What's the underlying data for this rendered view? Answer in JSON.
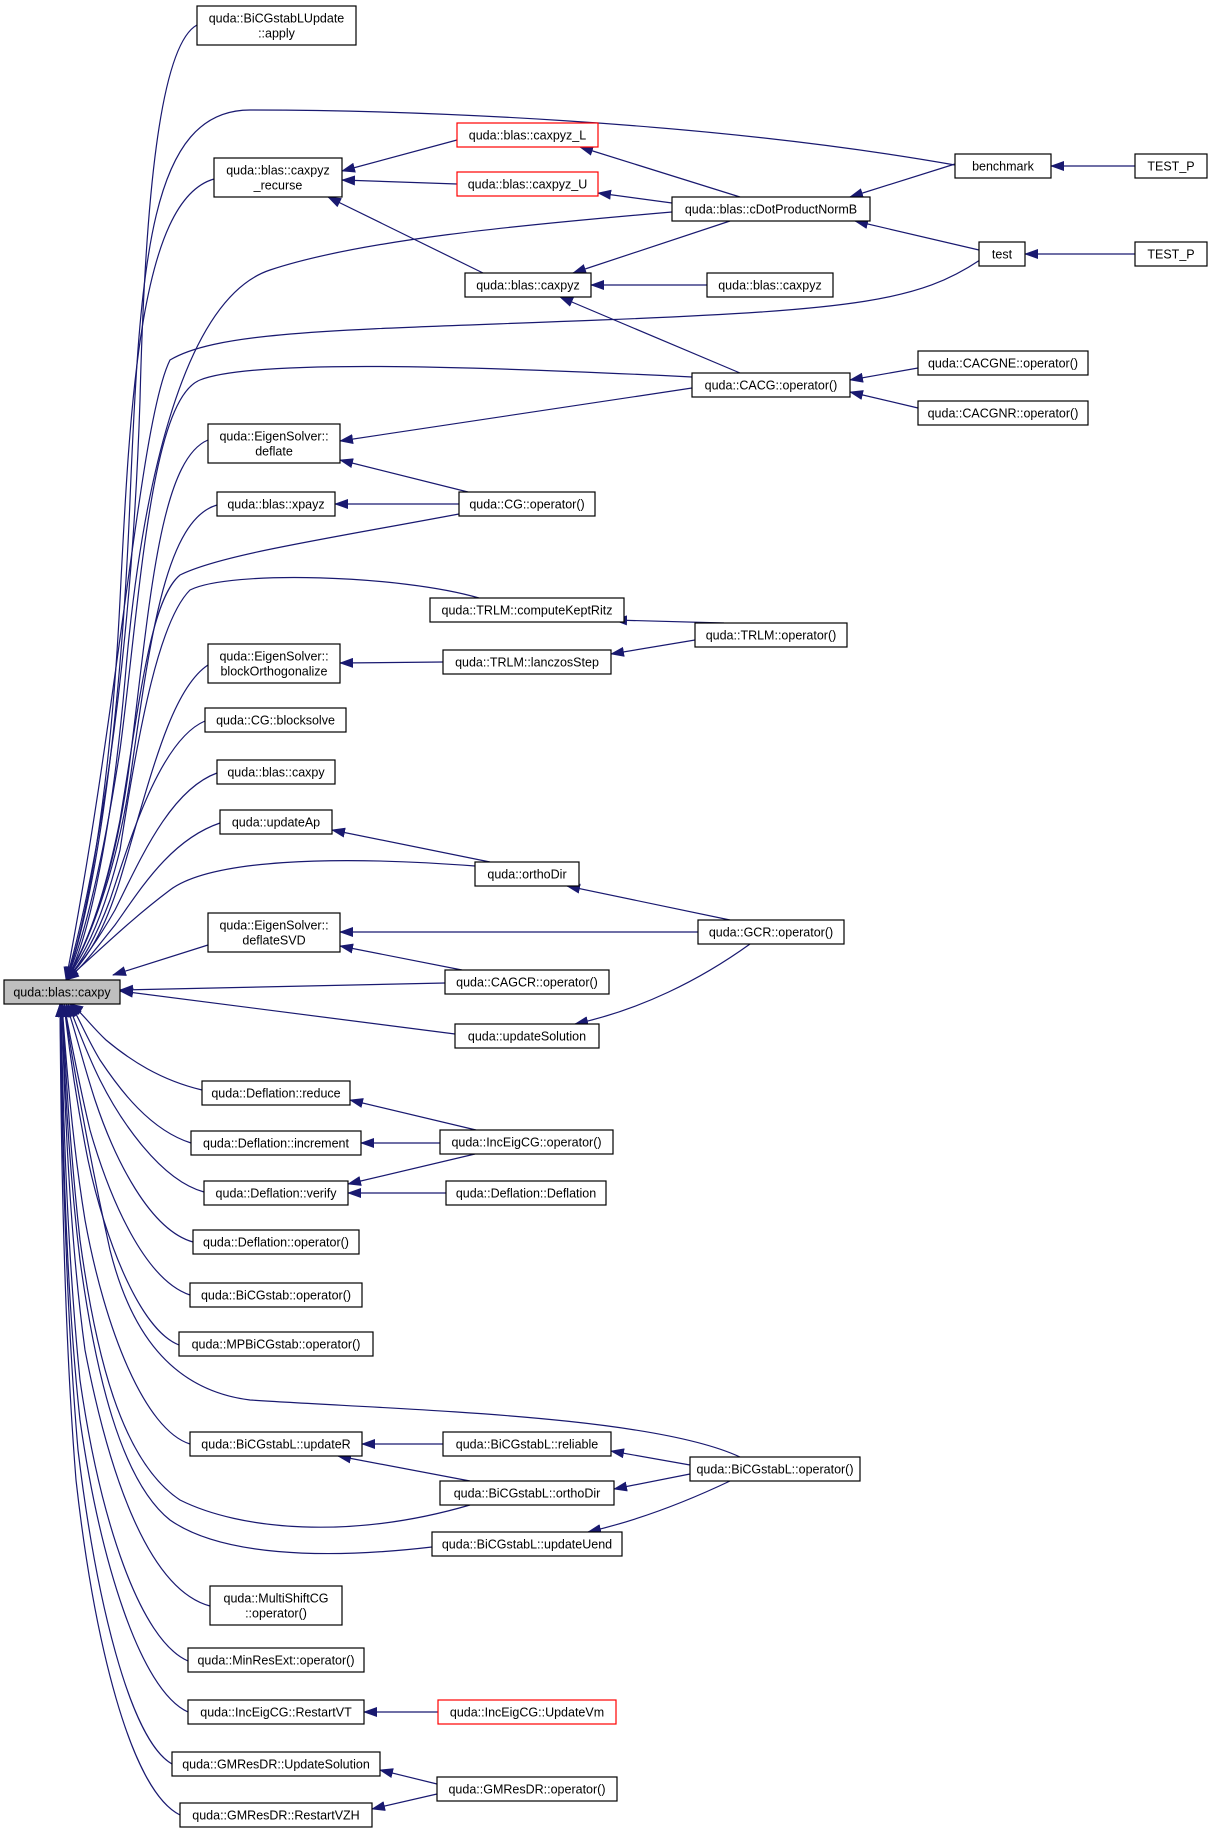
{
  "colors": {
    "edge": "#191970",
    "border_normal": "#000000",
    "border_truncated": "#ff0000",
    "root_fill": "#bfbfbf",
    "fill": "#ffffff"
  },
  "nodes": [
    {
      "id": "root",
      "lines": [
        "quda::blas::caxpy"
      ],
      "style": "root"
    },
    {
      "id": "n1",
      "lines": [
        "quda::BiCGstabLUpdate",
        "::apply"
      ],
      "style": "normal"
    },
    {
      "id": "n2",
      "lines": [
        "quda::blas::caxpyz",
        "_recurse"
      ],
      "style": "normal"
    },
    {
      "id": "n3",
      "lines": [
        "quda::blas::caxpyz_L"
      ],
      "style": "truncated"
    },
    {
      "id": "n4",
      "lines": [
        "quda::blas::caxpyz_U"
      ],
      "style": "truncated"
    },
    {
      "id": "n5",
      "lines": [
        "benchmark"
      ],
      "style": "normal"
    },
    {
      "id": "n6",
      "lines": [
        "TEST_P"
      ],
      "style": "normal"
    },
    {
      "id": "n7",
      "lines": [
        "quda::blas::cDotProductNormB"
      ],
      "style": "normal"
    },
    {
      "id": "n8",
      "lines": [
        "test"
      ],
      "style": "normal"
    },
    {
      "id": "n9",
      "lines": [
        "TEST_P"
      ],
      "style": "normal"
    },
    {
      "id": "n10",
      "lines": [
        "quda::blas::caxpyz"
      ],
      "style": "normal"
    },
    {
      "id": "n11",
      "lines": [
        "quda::blas::caxpyz"
      ],
      "style": "normal"
    },
    {
      "id": "n12",
      "lines": [
        "quda::CACG::operator()"
      ],
      "style": "normal"
    },
    {
      "id": "n13",
      "lines": [
        "quda::CACGNE::operator()"
      ],
      "style": "normal"
    },
    {
      "id": "n14",
      "lines": [
        "quda::CACGNR::operator()"
      ],
      "style": "normal"
    },
    {
      "id": "n15",
      "lines": [
        "quda::EigenSolver::",
        "deflate"
      ],
      "style": "normal"
    },
    {
      "id": "n16",
      "lines": [
        "quda::blas::xpayz"
      ],
      "style": "normal"
    },
    {
      "id": "n17",
      "lines": [
        "quda::CG::operator()"
      ],
      "style": "normal"
    },
    {
      "id": "n18",
      "lines": [
        "quda::TRLM::computeKeptRitz"
      ],
      "style": "normal"
    },
    {
      "id": "n19",
      "lines": [
        "quda::TRLM::operator()"
      ],
      "style": "normal"
    },
    {
      "id": "n20",
      "lines": [
        "quda::EigenSolver::",
        "blockOrthogonalize"
      ],
      "style": "normal"
    },
    {
      "id": "n21",
      "lines": [
        "quda::TRLM::lanczosStep"
      ],
      "style": "normal"
    },
    {
      "id": "n22",
      "lines": [
        "quda::CG::blocksolve"
      ],
      "style": "normal"
    },
    {
      "id": "n23",
      "lines": [
        "quda::blas::caxpy"
      ],
      "style": "normal"
    },
    {
      "id": "n24",
      "lines": [
        "quda::updateAp"
      ],
      "style": "normal"
    },
    {
      "id": "n25",
      "lines": [
        "quda::orthoDir"
      ],
      "style": "normal"
    },
    {
      "id": "n26",
      "lines": [
        "quda::EigenSolver::",
        "deflateSVD"
      ],
      "style": "normal"
    },
    {
      "id": "n27",
      "lines": [
        "quda::GCR::operator()"
      ],
      "style": "normal"
    },
    {
      "id": "n28",
      "lines": [
        "quda::CAGCR::operator()"
      ],
      "style": "normal"
    },
    {
      "id": "n29",
      "lines": [
        "quda::updateSolution"
      ],
      "style": "normal"
    },
    {
      "id": "n30",
      "lines": [
        "quda::Deflation::reduce"
      ],
      "style": "normal"
    },
    {
      "id": "n31",
      "lines": [
        "quda::Deflation::increment"
      ],
      "style": "normal"
    },
    {
      "id": "n32",
      "lines": [
        "quda::IncEigCG::operator()"
      ],
      "style": "normal"
    },
    {
      "id": "n33",
      "lines": [
        "quda::Deflation::verify"
      ],
      "style": "normal"
    },
    {
      "id": "n34",
      "lines": [
        "quda::Deflation::Deflation"
      ],
      "style": "normal"
    },
    {
      "id": "n35",
      "lines": [
        "quda::Deflation::operator()"
      ],
      "style": "normal"
    },
    {
      "id": "n36",
      "lines": [
        "quda::BiCGstab::operator()"
      ],
      "style": "normal"
    },
    {
      "id": "n37",
      "lines": [
        "quda::MPBiCGstab::operator()"
      ],
      "style": "normal"
    },
    {
      "id": "n38",
      "lines": [
        "quda::BiCGstabL::updateR"
      ],
      "style": "normal"
    },
    {
      "id": "n39",
      "lines": [
        "quda::BiCGstabL::reliable"
      ],
      "style": "normal"
    },
    {
      "id": "n40",
      "lines": [
        "quda::BiCGstabL::operator()"
      ],
      "style": "normal"
    },
    {
      "id": "n41",
      "lines": [
        "quda::BiCGstabL::orthoDir"
      ],
      "style": "normal"
    },
    {
      "id": "n42",
      "lines": [
        "quda::BiCGstabL::updateUend"
      ],
      "style": "normal"
    },
    {
      "id": "n43",
      "lines": [
        "quda::MultiShiftCG",
        "::operator()"
      ],
      "style": "normal"
    },
    {
      "id": "n44",
      "lines": [
        "quda::MinResExt::operator()"
      ],
      "style": "normal"
    },
    {
      "id": "n45",
      "lines": [
        "quda::IncEigCG::RestartVT"
      ],
      "style": "normal"
    },
    {
      "id": "n46",
      "lines": [
        "quda::IncEigCG::UpdateVm"
      ],
      "style": "truncated"
    },
    {
      "id": "n47",
      "lines": [
        "quda::GMResDR::UpdateSolution"
      ],
      "style": "normal"
    },
    {
      "id": "n48",
      "lines": [
        "quda::GMResDR::operator()"
      ],
      "style": "normal"
    },
    {
      "id": "n49",
      "lines": [
        "quda::GMResDR::RestartVZH"
      ],
      "style": "normal"
    }
  ],
  "edges": [
    [
      "n1",
      "root"
    ],
    [
      "n2",
      "root"
    ],
    [
      "n5",
      "root"
    ],
    [
      "n7",
      "root"
    ],
    [
      "n8",
      "root"
    ],
    [
      "n12",
      "root"
    ],
    [
      "n15",
      "root"
    ],
    [
      "n16",
      "root"
    ],
    [
      "n17",
      "root"
    ],
    [
      "n18",
      "root"
    ],
    [
      "n20",
      "root"
    ],
    [
      "n22",
      "root"
    ],
    [
      "n23",
      "root"
    ],
    [
      "n24",
      "root"
    ],
    [
      "n25",
      "root"
    ],
    [
      "n26",
      "root"
    ],
    [
      "n28",
      "root"
    ],
    [
      "n29",
      "root"
    ],
    [
      "n30",
      "root"
    ],
    [
      "n31",
      "root"
    ],
    [
      "n33",
      "root"
    ],
    [
      "n35",
      "root"
    ],
    [
      "n36",
      "root"
    ],
    [
      "n37",
      "root"
    ],
    [
      "n40",
      "root"
    ],
    [
      "n38",
      "root"
    ],
    [
      "n41",
      "root"
    ],
    [
      "n42",
      "root"
    ],
    [
      "n43",
      "root"
    ],
    [
      "n44",
      "root"
    ],
    [
      "n45",
      "root"
    ],
    [
      "n47",
      "root"
    ],
    [
      "n49",
      "root"
    ],
    [
      "n3",
      "n2"
    ],
    [
      "n4",
      "n2"
    ],
    [
      "n10",
      "n2"
    ],
    [
      "n7",
      "n3"
    ],
    [
      "n7",
      "n4"
    ],
    [
      "n5",
      "n7"
    ],
    [
      "n8",
      "n7"
    ],
    [
      "n6",
      "n5"
    ],
    [
      "n9",
      "n8"
    ],
    [
      "n7",
      "n10"
    ],
    [
      "n11",
      "n10"
    ],
    [
      "n12",
      "n10"
    ],
    [
      "n13",
      "n12"
    ],
    [
      "n14",
      "n12"
    ],
    [
      "n12",
      "n15"
    ],
    [
      "n17",
      "n15"
    ],
    [
      "n17",
      "n16"
    ],
    [
      "n19",
      "n18"
    ],
    [
      "n19",
      "n21"
    ],
    [
      "n21",
      "n20"
    ],
    [
      "n25",
      "n24"
    ],
    [
      "n27",
      "n25"
    ],
    [
      "n27",
      "n26"
    ],
    [
      "n28",
      "n26"
    ],
    [
      "n27",
      "n29"
    ],
    [
      "n32",
      "n30"
    ],
    [
      "n32",
      "n31"
    ],
    [
      "n32",
      "n33"
    ],
    [
      "n34",
      "n33"
    ],
    [
      "n39",
      "n38"
    ],
    [
      "n41",
      "n38"
    ],
    [
      "n40",
      "n39"
    ],
    [
      "n40",
      "n41"
    ],
    [
      "n40",
      "n42"
    ],
    [
      "n46",
      "n45"
    ],
    [
      "n48",
      "n47"
    ],
    [
      "n48",
      "n49"
    ]
  ]
}
